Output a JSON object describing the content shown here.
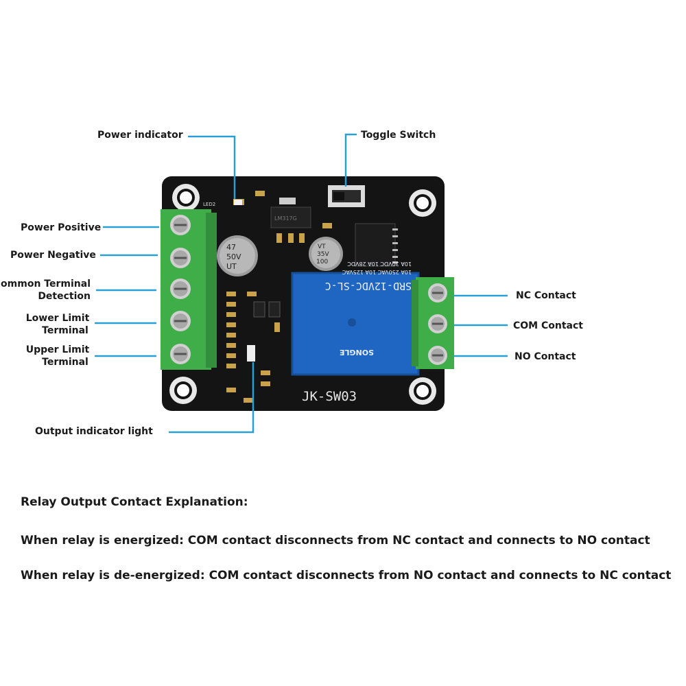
{
  "labels": {
    "power_indicator": "Power indicator",
    "toggle_switch": "Toggle Switch",
    "power_positive": "Power Positive",
    "power_negative": "Power Negative",
    "common_terminal_line1": "ommon Terminal",
    "common_terminal_line2": "Detection",
    "lower_limit_line1": "Lower Limit",
    "lower_limit_line2": "Terminal",
    "upper_limit_line1": "Upper Limit",
    "upper_limit_line2": "Terminal",
    "nc_contact": "NC Contact",
    "com_contact": "COM Contact",
    "no_contact": "NO Contact",
    "output_indicator": "Output indicator light"
  },
  "board": {
    "model": "JK-SW03",
    "relay_model": "SRD-12VDC-SL-C",
    "relay_rating_1": "10A 250VAC  10A 125VAC",
    "relay_rating_2": "10A 30VDC  10A 28VDC",
    "relay_brand": "SONGLE",
    "cap_big_1": "47",
    "cap_big_2": "50V",
    "cap_big_3": "UT",
    "cap_small_1": "100",
    "cap_small_2": "35V",
    "cap_small_3": "VT",
    "led2_label": "LED2",
    "chip_label": "LM317G"
  },
  "explanation": {
    "heading": "Relay Output Contact Explanation:",
    "energized": "When relay is energized: COM contact disconnects from NC contact and connects to NO contact",
    "deenergized": "When relay is de-energized: COM contact disconnects from NO contact and connects to NC contact"
  },
  "colors": {
    "callout_line": "#2a9fd6",
    "pcb": "#141414",
    "terminal": "#3fae49",
    "relay": "#1f66c2"
  }
}
